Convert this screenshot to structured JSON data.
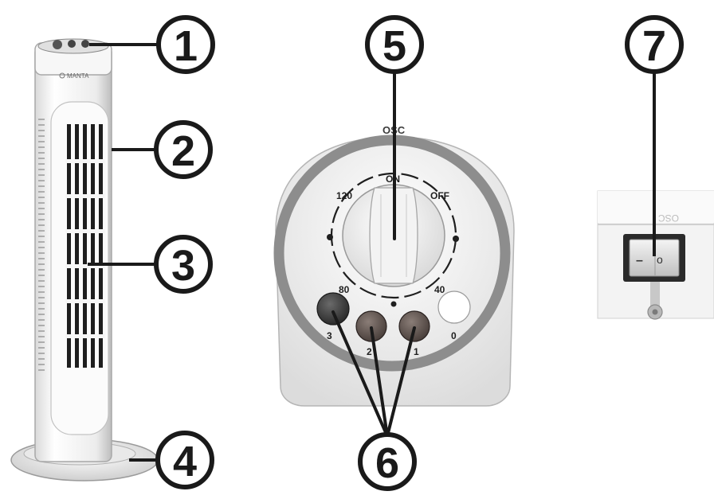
{
  "brand": "MANTA",
  "callouts": [
    {
      "number": "1"
    },
    {
      "number": "2"
    },
    {
      "number": "3"
    },
    {
      "number": "4"
    },
    {
      "number": "5"
    },
    {
      "number": "6"
    },
    {
      "number": "7"
    }
  ],
  "control_panel": {
    "osc_label": "OSC",
    "timer_labels": {
      "on": "ON",
      "off": "OFF",
      "t120": "120",
      "t80": "80",
      "t40": "40"
    },
    "speed_labels": {
      "s3": "3",
      "s2": "2",
      "s1": "1",
      "s0": "0"
    }
  },
  "switch_panel": {
    "mirror_text": "OSC",
    "off_symbol": "–",
    "on_symbol": "o"
  },
  "colors": {
    "outline": "#1a1a1a",
    "ring_gray": "#8a8a8a",
    "button_dark": "#3a3a3a",
    "button_brown": "#5b4f4a",
    "body_white": "#f2f2f2"
  }
}
